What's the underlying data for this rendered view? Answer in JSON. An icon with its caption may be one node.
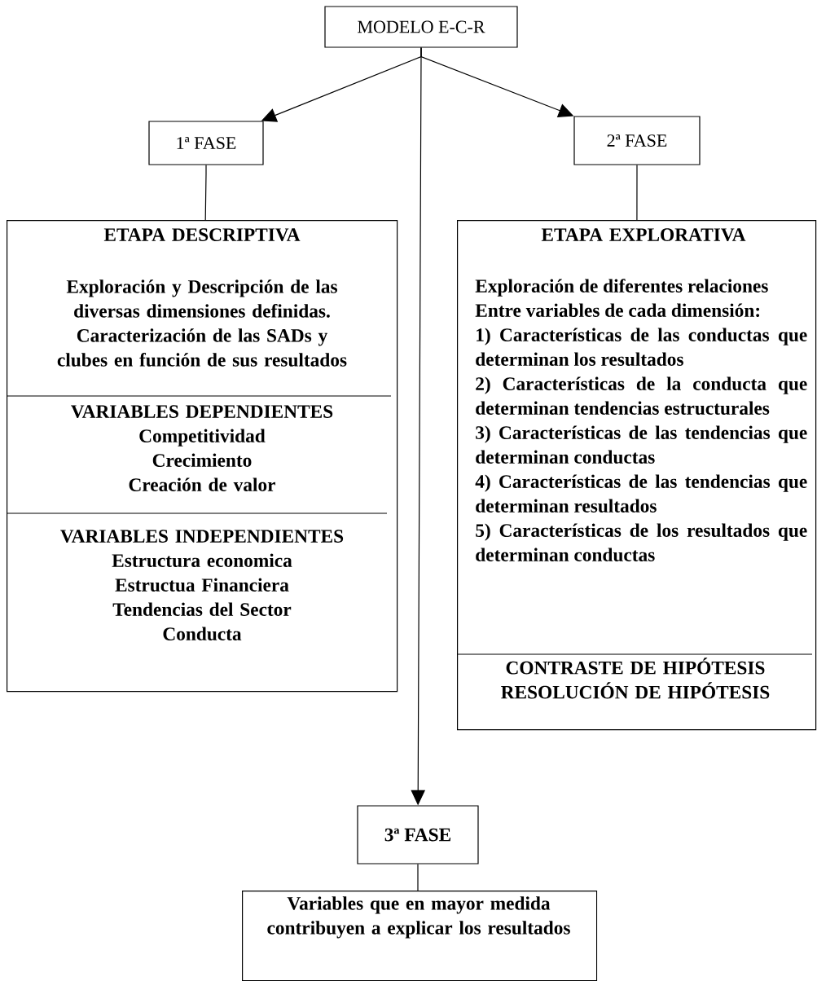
{
  "diagram": {
    "nodes": [
      {
        "text": [
          "MODELO E-C-R"
        ]
      },
      {
        "text": [
          "1ª FASE"
        ]
      },
      {
        "text": [
          "2ª FASE"
        ]
      },
      {
        "text": [
          "ETAPA DESCRIPTIVA",
          "Exploración y Descripción de las diversas dimensiones definidas. Caracterización de las SADs y clubes en función de sus resultados",
          "VARIABLES DEPENDIENTES",
          "Competitividad",
          "Crecimiento",
          "Creación de valor",
          "VARIABLES INDEPENDIENTES",
          "Estructura economica",
          "Estructua Financiera",
          "Tendencias del Sector",
          "Conducta"
        ]
      },
      {
        "text": [
          "ETAPA EXPLORATIVA",
          "Exploración de diferentes relaciones",
          "Entre variables de cada dimensión:",
          "1) Características de las conductas que determinan los resultados",
          "2) Características de la conducta que determinan tendencias estructurales",
          "3) Características de las tendencias que determinan conductas",
          "4) Características de las tendencias que determinan resultados",
          "5) Características de los resultados que determinan conductas",
          "CONTRASTE DE HIPÓTESIS",
          "RESOLUCIÓN DE HIPÓTESIS"
        ]
      },
      {
        "text": [
          "3ª FASE"
        ]
      },
      {
        "text": [
          "Variables que en mayor medida contribuyen a explicar los resultados"
        ]
      }
    ],
    "edges": [
      {
        "from": 0,
        "to": 1,
        "arrow": "to"
      },
      {
        "from": 0,
        "to": 2,
        "arrow": "to"
      },
      {
        "from": 0,
        "to": 5,
        "arrow": "to"
      },
      {
        "from": 1,
        "to": 3,
        "arrow": "none"
      },
      {
        "from": 2,
        "to": 4,
        "arrow": "none"
      },
      {
        "from": 5,
        "to": 6,
        "arrow": "none"
      }
    ]
  }
}
